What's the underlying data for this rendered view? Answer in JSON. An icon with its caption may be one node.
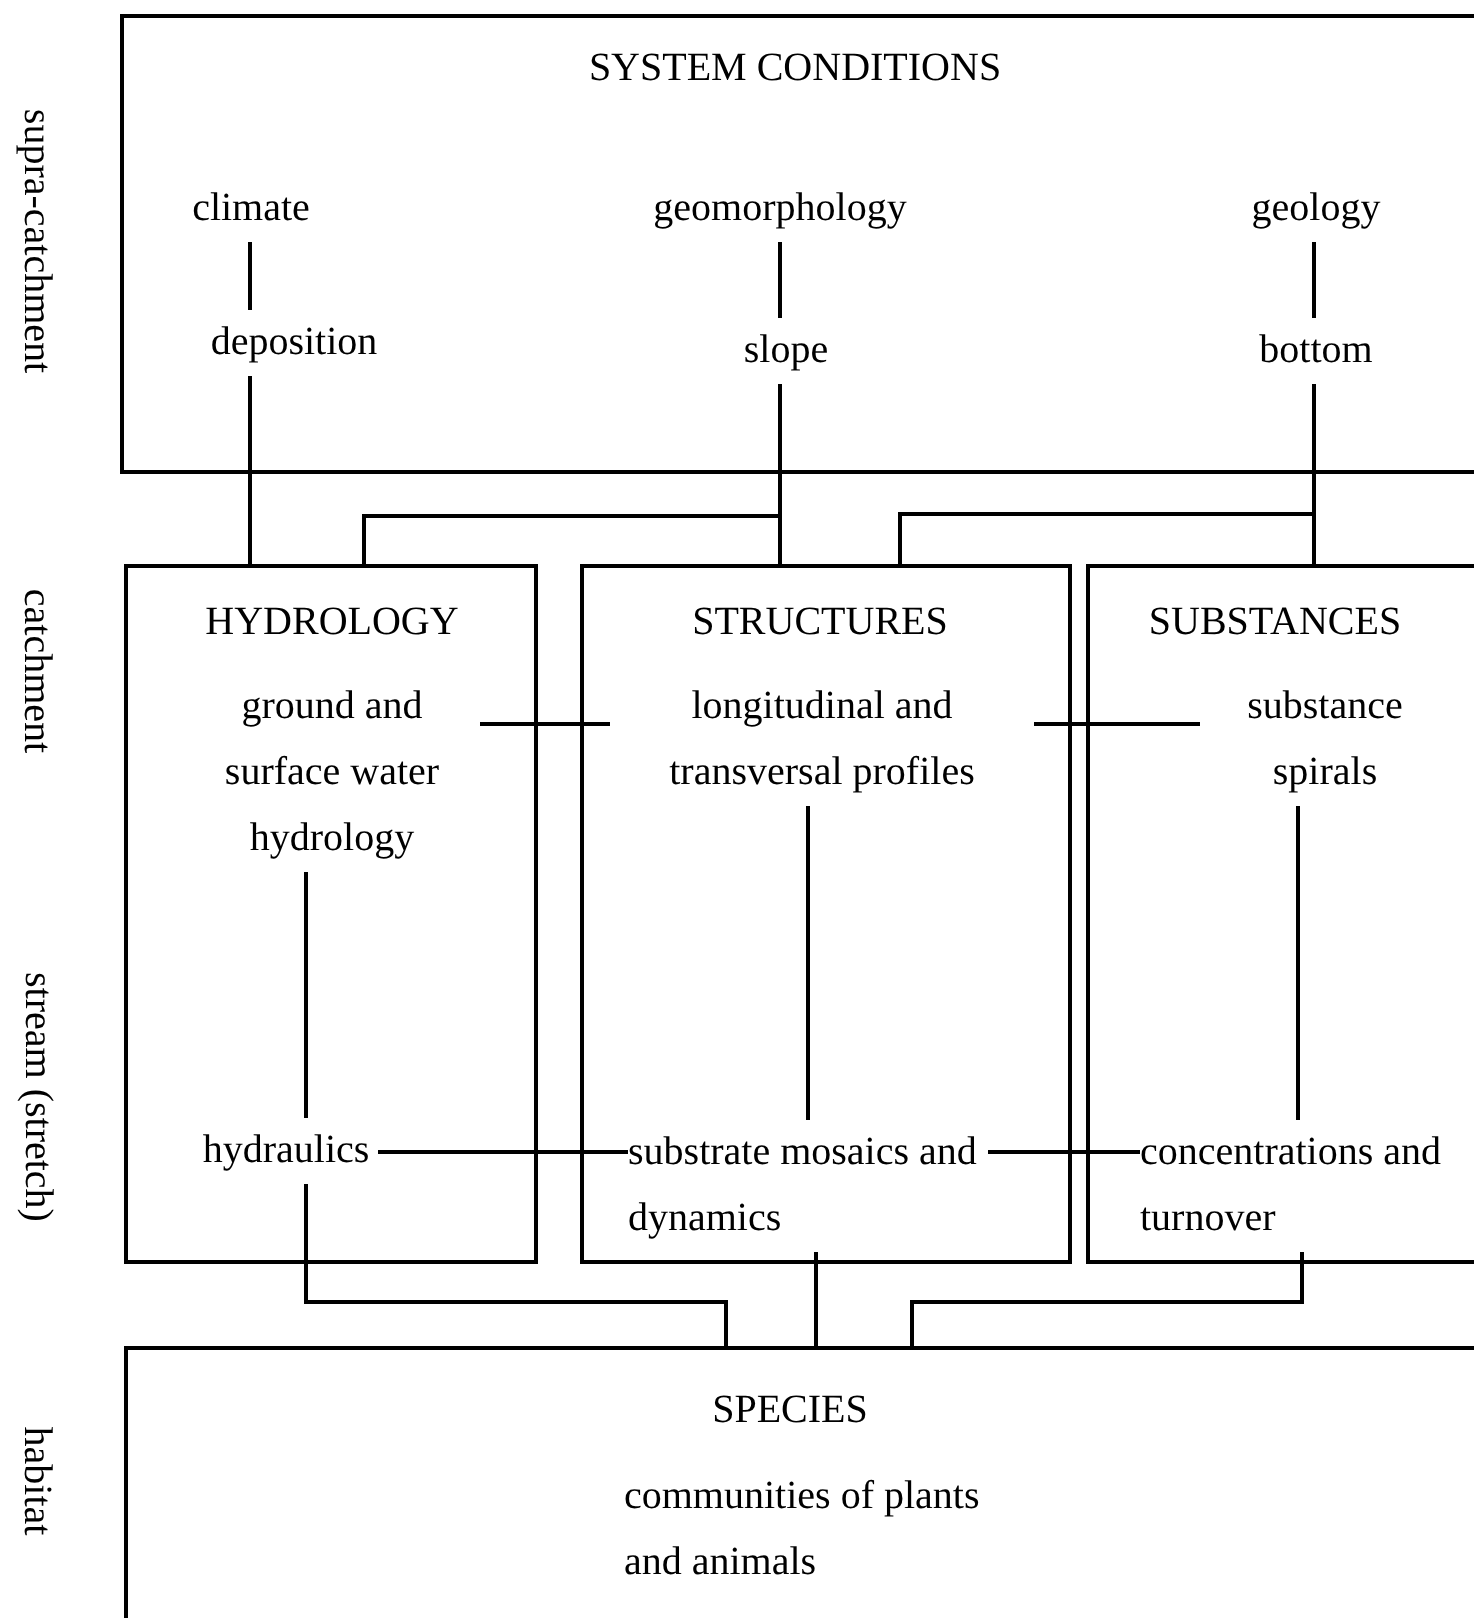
{
  "diagram": {
    "nodes": [
      {
        "text": [
          "SYSTEM CONDITIONS"
        ]
      },
      {
        "text": [
          "climate"
        ],
        "in": 0
      },
      {
        "text": [
          "deposition"
        ],
        "in": 0
      },
      {
        "text": [
          "geomorphology"
        ],
        "in": 0
      },
      {
        "text": [
          "slope"
        ],
        "in": 0
      },
      {
        "text": [
          "geology"
        ],
        "in": 0
      },
      {
        "text": [
          "bottom"
        ],
        "in": 0
      },
      {
        "text": [
          "HYDROLOGY"
        ]
      },
      {
        "text": [
          "ground and surface water hydrology"
        ],
        "in": 7
      },
      {
        "text": [
          "hydraulics"
        ],
        "in": 7
      },
      {
        "text": [
          "STRUCTURES"
        ]
      },
      {
        "text": [
          "longitudinal and transversal profiles"
        ],
        "in": 10
      },
      {
        "text": [
          "substrate mosaics and dynamics"
        ],
        "in": 10
      },
      {
        "text": [
          "SUBSTANCES"
        ]
      },
      {
        "text": [
          "substance spirals"
        ],
        "in": 13
      },
      {
        "text": [
          "concentrations and turnover"
        ],
        "in": 13
      },
      {
        "text": [
          "SPECIES",
          "communities of plants and animals"
        ]
      }
    ],
    "edges": [
      {
        "from": 1,
        "to": 2,
        "arrow": "none"
      },
      {
        "from": 3,
        "to": 4,
        "arrow": "none"
      },
      {
        "from": 5,
        "to": 6,
        "arrow": "none"
      },
      {
        "from": 2,
        "to": 7,
        "arrow": "none"
      },
      {
        "from": 4,
        "to": 7,
        "arrow": "none"
      },
      {
        "from": 4,
        "to": 10,
        "arrow": "none"
      },
      {
        "from": 6,
        "to": 10,
        "arrow": "none"
      },
      {
        "from": 6,
        "to": 13,
        "arrow": "none"
      },
      {
        "from": 8,
        "to": 11,
        "arrow": "none"
      },
      {
        "from": 11,
        "to": 14,
        "arrow": "none"
      },
      {
        "from": 8,
        "to": 9,
        "arrow": "none"
      },
      {
        "from": 11,
        "to": 12,
        "arrow": "none"
      },
      {
        "from": 14,
        "to": 15,
        "arrow": "none"
      },
      {
        "from": 9,
        "to": 12,
        "arrow": "none"
      },
      {
        "from": 12,
        "to": 15,
        "arrow": "none"
      },
      {
        "from": 9,
        "to": 16,
        "arrow": "none"
      },
      {
        "from": 12,
        "to": 16,
        "arrow": "none"
      },
      {
        "from": 15,
        "to": 16,
        "arrow": "none"
      }
    ],
    "labels": [
      "supra-catchment",
      "catchment",
      "stream (stretch)",
      "habitat"
    ]
  }
}
